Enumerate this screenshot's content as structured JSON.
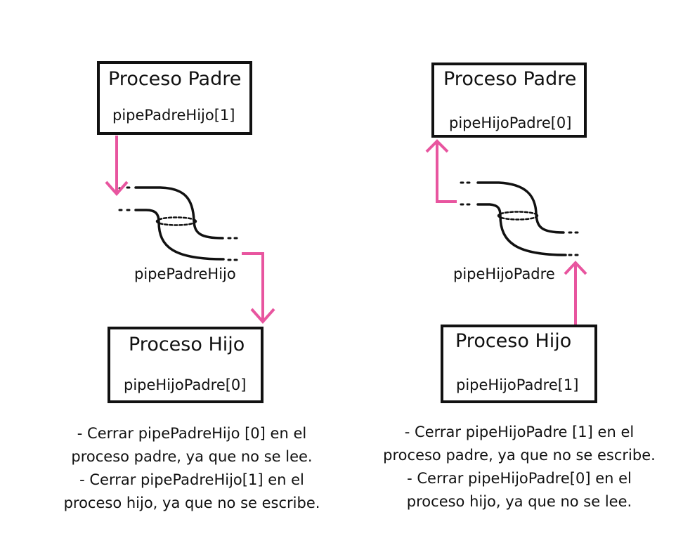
{
  "left": {
    "parent_box": {
      "title": "Proceso Padre",
      "fd": "pipePadreHijo[1]"
    },
    "pipe_label": "pipePadreHijo",
    "child_box": {
      "title": "Proceso Hijo",
      "fd": "pipeHijoPadre[0]"
    },
    "notes": [
      "- Cerrar pipePadreHijo [0] en el",
      "proceso padre, ya que no se lee.",
      "- Cerrar pipePadreHijo[1] en el",
      "proceso hijo, ya que no se escribe."
    ]
  },
  "right": {
    "parent_box": {
      "title": "Proceso Padre",
      "fd": "pipeHijoPadre[0]"
    },
    "pipe_label": "pipeHijoPadre",
    "child_box": {
      "title": "Proceso Hijo",
      "fd": "pipeHijoPadre[1]"
    },
    "notes": [
      "- Cerrar pipeHijoPadre [1] en el",
      "proceso padre, ya que no se escribe.",
      "- Cerrar pipeHijoPadre[0] en el",
      "proceso hijo, ya que no se lee."
    ]
  },
  "colors": {
    "arrow": "#e8559f",
    "ink": "#111111"
  }
}
